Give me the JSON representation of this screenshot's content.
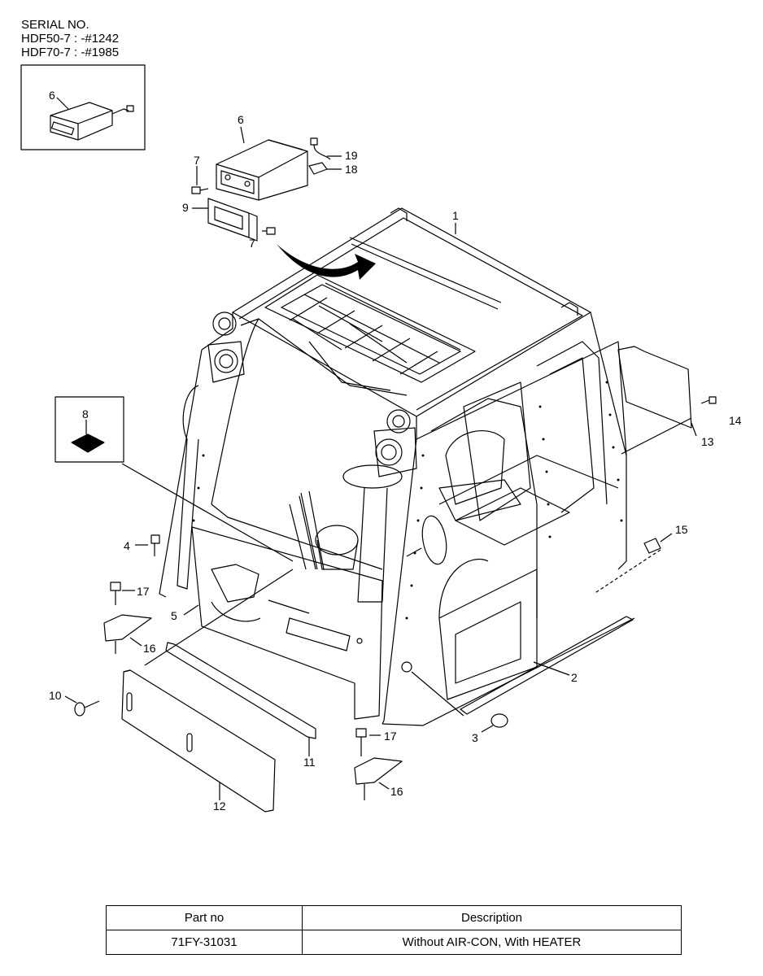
{
  "serial": {
    "heading": "SERIAL NO.",
    "lines": [
      "HDF50-7 : -#1242",
      "HDF70-7 : -#1985"
    ]
  },
  "callouts": {
    "c1": "1",
    "c2": "2",
    "c3": "3",
    "c4": "4",
    "c5": "5",
    "c6a": "6",
    "c6b": "6",
    "c7a": "7",
    "c7b": "7",
    "c8": "8",
    "c9": "9",
    "c10": "10",
    "c11": "11",
    "c12": "12",
    "c13": "13",
    "c14": "14",
    "c15": "15",
    "c16a": "16",
    "c16b": "16",
    "c17a": "17",
    "c17b": "17",
    "c18": "18",
    "c19": "19"
  },
  "table": {
    "headers": [
      "Part no",
      "Description"
    ],
    "rows": [
      [
        "71FY-31031",
        "Without AIR-CON, With HEATER"
      ]
    ]
  }
}
